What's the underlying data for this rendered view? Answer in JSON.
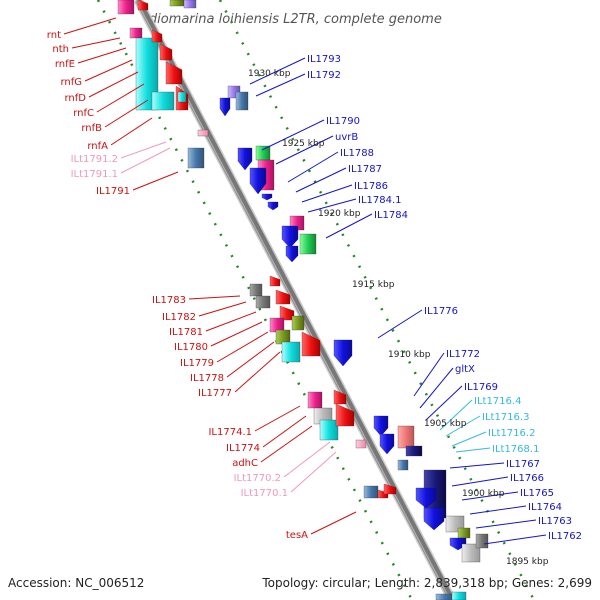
{
  "title": "Idiomarina loihiensis L2TR, complete genome",
  "footer": {
    "accession": "Accession: NC_006512",
    "summary": "Topology: circular; Length: 2,839,318 bp; Genes: 2,699"
  },
  "colors": {
    "strand_red": "#ee1111",
    "strand_blue": "#1414d8",
    "rna_pink": "#ee88aa",
    "backbone": "#777777",
    "ruler_green": "#228822",
    "cyan": "#22dddd",
    "magenta": "#ee2288",
    "gray": "#777777",
    "olive": "#7a9a22",
    "green_gene": "#33cc55",
    "navy": "#1a1a7a"
  },
  "kbp_ticks": [
    "1930 kbp",
    "1925 kbp",
    "1920 kbp",
    "1915 kbp",
    "1910 kbp",
    "1905 kbp",
    "1900 kbp",
    "1895 kbp"
  ],
  "left_labels": [
    {
      "text": "rnt",
      "color": "#cc1111"
    },
    {
      "text": "nth",
      "color": "#cc1111"
    },
    {
      "text": "rnfE",
      "color": "#cc1111"
    },
    {
      "text": "rnfG",
      "color": "#cc1111"
    },
    {
      "text": "rnfD",
      "color": "#cc1111"
    },
    {
      "text": "rnfC",
      "color": "#cc1111"
    },
    {
      "text": "rnfB",
      "color": "#cc1111"
    },
    {
      "text": "rnfA",
      "color": "#cc1111"
    },
    {
      "text": "ILt1791.2",
      "color": "#ee99bb"
    },
    {
      "text": "ILt1791.1",
      "color": "#ee99bb"
    },
    {
      "text": "IL1791",
      "color": "#cc1111"
    },
    {
      "text": "IL1783",
      "color": "#cc1111"
    },
    {
      "text": "IL1782",
      "color": "#cc1111"
    },
    {
      "text": "IL1781",
      "color": "#cc1111"
    },
    {
      "text": "IL1780",
      "color": "#cc1111"
    },
    {
      "text": "IL1779",
      "color": "#cc1111"
    },
    {
      "text": "IL1778",
      "color": "#cc1111"
    },
    {
      "text": "IL1777",
      "color": "#cc1111"
    },
    {
      "text": "IL1774.1",
      "color": "#cc1111"
    },
    {
      "text": "IL1774",
      "color": "#cc1111"
    },
    {
      "text": "adhC",
      "color": "#cc1111"
    },
    {
      "text": "ILt1770.2",
      "color": "#ee99bb"
    },
    {
      "text": "ILt1770.1",
      "color": "#ee99bb"
    },
    {
      "text": "tesA",
      "color": "#cc1111"
    }
  ],
  "right_labels": [
    {
      "text": "IL1793",
      "color": "#1414c8"
    },
    {
      "text": "IL1792",
      "color": "#1414c8"
    },
    {
      "text": "IL1790",
      "color": "#1414c8"
    },
    {
      "text": "uvrB",
      "color": "#1414c8"
    },
    {
      "text": "IL1788",
      "color": "#1414c8"
    },
    {
      "text": "IL1787",
      "color": "#1414c8"
    },
    {
      "text": "IL1786",
      "color": "#1414c8"
    },
    {
      "text": "IL1784.1",
      "color": "#1414c8"
    },
    {
      "text": "IL1784",
      "color": "#1414c8"
    },
    {
      "text": "IL1776",
      "color": "#1414c8"
    },
    {
      "text": "IL1772",
      "color": "#1414c8"
    },
    {
      "text": "gltX",
      "color": "#1414c8"
    },
    {
      "text": "IL1769",
      "color": "#1414c8"
    },
    {
      "text": "ILt1716.4",
      "color": "#33bbdd"
    },
    {
      "text": "ILt1716.3",
      "color": "#33bbdd"
    },
    {
      "text": "ILt1716.2",
      "color": "#33bbdd"
    },
    {
      "text": "ILt1768.1",
      "color": "#33bbdd"
    },
    {
      "text": "IL1767",
      "color": "#1414c8"
    },
    {
      "text": "IL1766",
      "color": "#1414c8"
    },
    {
      "text": "IL1765",
      "color": "#1414c8"
    },
    {
      "text": "IL1764",
      "color": "#1414c8"
    },
    {
      "text": "IL1763",
      "color": "#1414c8"
    },
    {
      "text": "IL1762",
      "color": "#1414c8"
    }
  ]
}
